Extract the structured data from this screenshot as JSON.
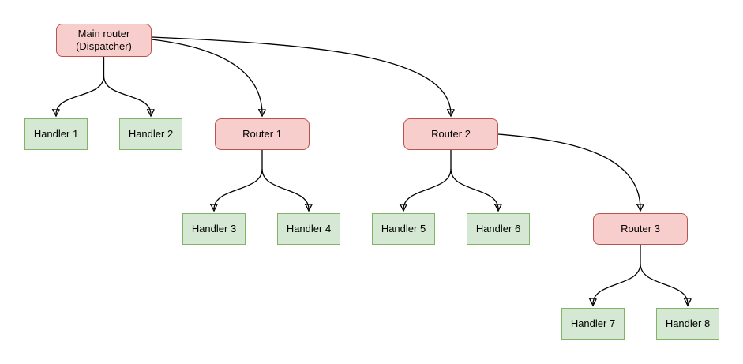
{
  "diagram": {
    "title": "",
    "nodes": {
      "main_router": {
        "label": "Main router\n(Dispatcher)",
        "kind": "router"
      },
      "handler1": {
        "label": "Handler 1",
        "kind": "handler"
      },
      "handler2": {
        "label": "Handler 2",
        "kind": "handler"
      },
      "router1": {
        "label": "Router 1",
        "kind": "router"
      },
      "router2": {
        "label": "Router 2",
        "kind": "router"
      },
      "handler3": {
        "label": "Handler 3",
        "kind": "handler"
      },
      "handler4": {
        "label": "Handler 4",
        "kind": "handler"
      },
      "handler5": {
        "label": "Handler 5",
        "kind": "handler"
      },
      "handler6": {
        "label": "Handler 6",
        "kind": "handler"
      },
      "router3": {
        "label": "Router 3",
        "kind": "router"
      },
      "handler7": {
        "label": "Handler 7",
        "kind": "handler"
      },
      "handler8": {
        "label": "Handler 8",
        "kind": "handler"
      }
    },
    "edges": [
      "main_router -> handler1",
      "main_router -> handler2",
      "main_router -> router1",
      "main_router -> router2",
      "router1 -> handler3",
      "router1 -> handler4",
      "router2 -> handler5",
      "router2 -> handler6",
      "router2 -> router3",
      "router3 -> handler7",
      "router3 -> handler8"
    ],
    "colors": {
      "router_fill": "#f8cecc",
      "router_border": "#b85450",
      "handler_fill": "#d5e8d4",
      "handler_border": "#82b366",
      "edge": "#000000"
    }
  }
}
